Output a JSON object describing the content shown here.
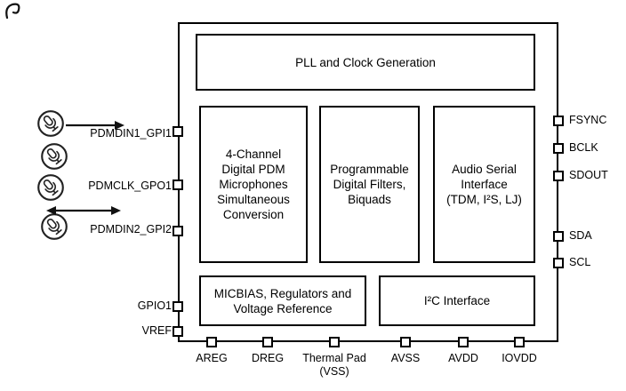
{
  "blocks": {
    "pll": {
      "label": "PLL and Clock Generation"
    },
    "pdm": {
      "label": "4-Channel Digital PDM Microphones Simultaneous Conversion"
    },
    "filters": {
      "label": "Programmable Digital Filters, Biquads"
    },
    "asi": {
      "label": "Audio Serial Interface (TDM, I²S, LJ)"
    },
    "micbias": {
      "label": "MICBIAS, Regulators and Voltage Reference"
    },
    "i2c": {
      "label": "I²C Interface"
    }
  },
  "pins": {
    "left": [
      {
        "label": "PDMDIN1_GPI1"
      },
      {
        "label": "PDMCLK_GPO1"
      },
      {
        "label": "PDMDIN2_GPI2"
      },
      {
        "label": "GPIO1"
      },
      {
        "label": "VREF"
      }
    ],
    "right": [
      {
        "label": "FSYNC"
      },
      {
        "label": "BCLK"
      },
      {
        "label": "SDOUT"
      },
      {
        "label": "SDA"
      },
      {
        "label": "SCL"
      }
    ],
    "bottom": [
      {
        "label": "AREG"
      },
      {
        "label": "DREG"
      },
      {
        "label": "Thermal Pad\n(VSS)"
      },
      {
        "label": "AVSS"
      },
      {
        "label": "AVDD"
      },
      {
        "label": "IOVDD"
      }
    ]
  },
  "icons": {
    "microphones_count": "4",
    "arrows": [
      "right-arrow-to-pdmdin1",
      "double-arrow-pdmclk"
    ]
  },
  "colors": {
    "line": "#000000",
    "icon_stroke": "#222222",
    "background": "#ffffff"
  }
}
